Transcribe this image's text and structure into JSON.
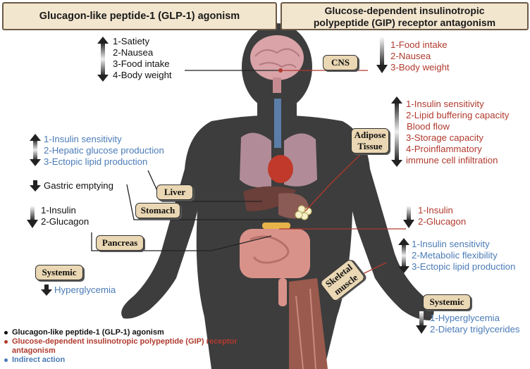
{
  "headers": {
    "left": "Glucagon-like peptide-1 (GLP-1) agonism",
    "right_line1": "Glucose-dependent insulinotropic",
    "right_line2": "polypeptide (GIP) receptor antagonism"
  },
  "organs": {
    "cns": "CNS",
    "adipose_line1": "Adipose",
    "adipose_line2": "Tissue",
    "liver": "Liver",
    "stomach": "Stomach",
    "pancreas": "Pancreas",
    "systemic_left": "Systemic",
    "systemic_right": "Systemic",
    "skeletal_line1": "Skeletal",
    "skeletal_line2": "muscle"
  },
  "effects": {
    "cns_glp1": [
      "1-Satiety",
      "2-Nausea",
      "3-Food intake",
      "4-Body weight"
    ],
    "cns_gip": [
      "1-Food intake",
      "2-Nausea",
      "3-Body weight"
    ],
    "adipose_gip": [
      "1-Insulin sensitivity",
      "2-Lipid buffering capacity",
      "Blood flow",
      "3-Storage capacity",
      "4-Proinflammatory",
      "immune cell infiltration"
    ],
    "liver_indirect": [
      "1-Insulin sensitivity",
      "2-Hepatic glucose production",
      "3-Ectopic lipid production"
    ],
    "stomach_glp1": "Gastric emptying",
    "pancreas_glp1": [
      "1-Insulin",
      "2-Glucagon"
    ],
    "pancreas_gip": [
      "1-Insulin",
      "2-Glucagon"
    ],
    "systemic_left_indirect": "Hyperglycemia",
    "muscle_indirect": [
      "1-Insulin sensitivity",
      "2-Metabolic flexibility",
      "3-Ectopic lipid production"
    ],
    "systemic_right_indirect": [
      "1-Hyperglycemia",
      "2-Dietary triglycerides"
    ]
  },
  "legend": [
    {
      "label": "Glucagon-like peptide-1 (GLP-1) agonism",
      "color": "#111111"
    },
    {
      "label": "Glucose-dependent insulinotropic polypeptide (GIP) receptor antagonism",
      "color": "#b03a2e"
    },
    {
      "label": "Indirect action",
      "color": "#4a7bb7"
    }
  ],
  "colors": {
    "glp1": "#111111",
    "gip": "#b03a2e",
    "indirect": "#4a7bb7",
    "body": "#3c3c3c",
    "tag_fill": "#ead7b3"
  }
}
